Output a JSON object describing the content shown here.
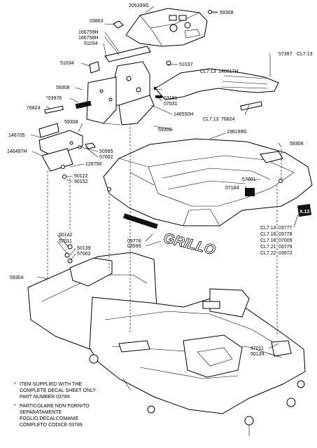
{
  "labels": {
    "l205399G": "205399G",
    "l59308a": "59308",
    "l03863": "03863",
    "l166759H": "166759H",
    "l166758H": "166758H",
    "l51034a": "51034",
    "l51037": "51037",
    "l57397": "57397",
    "lCL713a": "CL7.13",
    "l51034b": "51034",
    "l146617H": "146617H",
    "lCL713b": "CL7.13",
    "l59308b": "59308",
    "l03978": "*03978",
    "l03181": "03181",
    "l07031": "07031",
    "l76824a": "76824",
    "l146550H": "146550H",
    "lCL713c": "CL7.13",
    "l76824b": "76824",
    "l59308c": "59308",
    "l59308d": "59308",
    "l196199G": "196199G",
    "l146705": "146705",
    "l59308e": "59308",
    "l146497H": "146497H",
    "l50995": "50995",
    "l57002a": "57002",
    "l126750": "126750",
    "l57001": "57001",
    "l07184": "07184",
    "l50122": "50122",
    "l50152": "50152",
    "l03776": "03776",
    "l03599": "03599",
    "lCL713d": "CL7.13",
    "l03777": "03777",
    "lCL716": "CL7.16",
    "l03778": "03778",
    "lCL718": "CL7.18",
    "l07009": "07009",
    "lCL721": "CL7.21",
    "l03779": "03779",
    "lCL722": "CL7.22",
    "l03972": "03972",
    "l50142": "50142",
    "l57011a": "57011",
    "l50139a": "50139",
    "l57002b": "57002",
    "l59304": "59304",
    "l57011b": "57011",
    "l50139b": "50139",
    "decal_text": "GRILLO",
    "badge_text": "X.13"
  },
  "notes": {
    "en_star": "*",
    "en_line1": "ITEM SUPPLIED WITH THE",
    "en_line2": "COMPLETE DECAL SHEET ONLY",
    "en_line3": "PART NUMBER 03789",
    "it_star": "*",
    "it_line1": "PARTICOLARE NON FORNITO",
    "it_line2": "SEPARATAMENTE",
    "it_line3": "FOGLIO DECALCOMANIE",
    "it_line4": "COMPLETO CODICE 03789"
  }
}
